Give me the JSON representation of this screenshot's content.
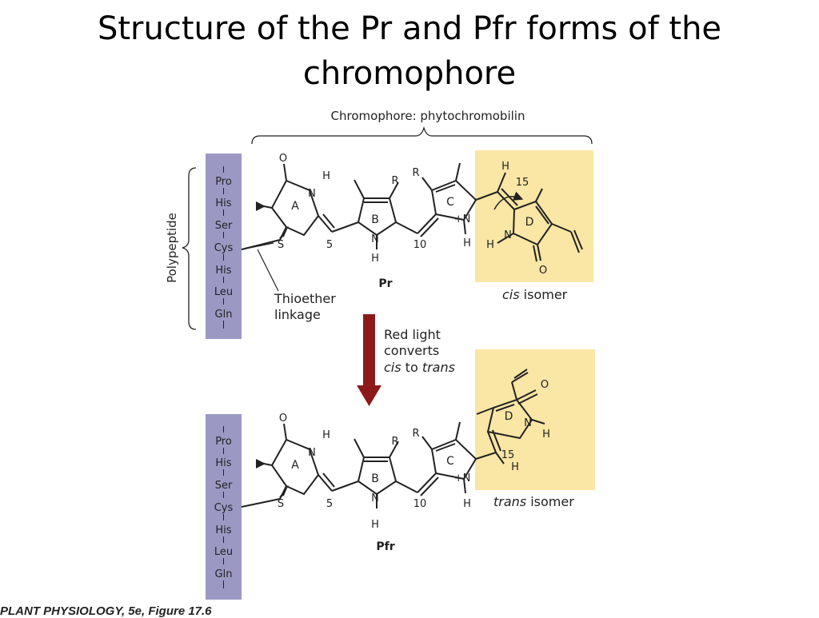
{
  "slide": {
    "title": "Structure of the Pr and Pfr forms of the chromophore",
    "credit": "PLANT PHYSIOLOGY, 5e, Figure 17.6"
  },
  "labels": {
    "chromophore": "Chromophore: phytochromobilin",
    "polypeptide": "Polypeptide",
    "thioether_line1": "Thioether",
    "thioether_line2": "linkage",
    "arrow_line1": "Red light",
    "arrow_line2": "converts",
    "arrow_line3_a": "cis",
    "arrow_line3_b": " to ",
    "arrow_line3_c": "trans",
    "cis_a": "cis",
    "cis_b": " isomer",
    "trans_a": "trans",
    "trans_b": " isomer",
    "pr_name": "Pr",
    "pfr_name": "Pfr"
  },
  "residues": [
    "Pro",
    "His",
    "Ser",
    "Cys",
    "His",
    "Leu",
    "Gln"
  ],
  "atoms": {
    "O": "O",
    "N": "N",
    "H": "H",
    "S": "S",
    "R": "R",
    "N_plus": "+N",
    "ring_a": "A",
    "ring_b": "B",
    "ring_c": "C",
    "ring_d": "D",
    "pos5": "5",
    "pos10": "10",
    "pos15": "15"
  },
  "colors": {
    "peptide_bar": "#9b99c4",
    "highlight": "#fae6a5",
    "arrow": "#8c1a1a"
  }
}
